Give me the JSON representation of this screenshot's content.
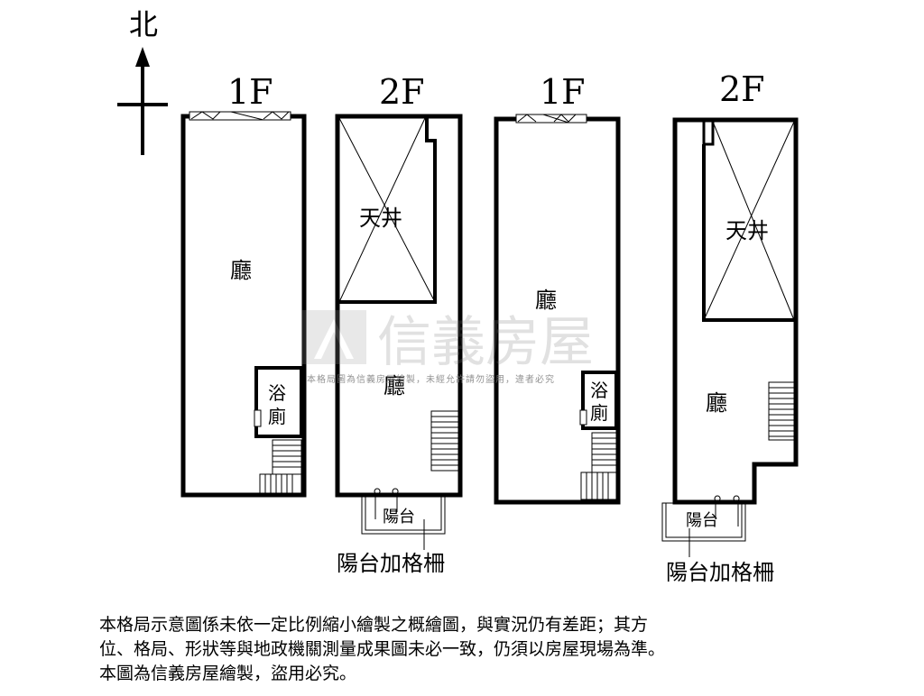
{
  "compass": {
    "north_label": "北"
  },
  "plans": [
    {
      "floor": "1F",
      "rooms": {
        "living": "廳",
        "bath_1": "浴",
        "bath_2": "廁"
      }
    },
    {
      "floor": "2F",
      "rooms": {
        "atrium": "天井",
        "living": "廳",
        "balcony": "陽台"
      },
      "callout": "陽台加格柵"
    },
    {
      "floor": "1F",
      "rooms": {
        "living": "廳",
        "bath_1": "浴",
        "bath_2": "廁"
      }
    },
    {
      "floor": "2F",
      "rooms": {
        "atrium": "天井",
        "living": "廳",
        "balcony": "陽台"
      },
      "callout": "陽台加格柵"
    }
  ],
  "watermark": {
    "brand": "信義房屋",
    "notice": "本格局圖為信義房屋繪製，未經允許請勿盜用，違者必究"
  },
  "disclaimer": {
    "line1": "本格局示意圖係未依一定比例縮小繪製之概繪圖，與實況仍有差距；其方",
    "line2": "位、格局、形狀等與地政機關測量成果圖未必一致，仍須以房屋現場為準。",
    "line3": "本圖為信義房屋繪製，盜用必究。"
  },
  "colors": {
    "wall": "#000000",
    "watermark": "#9a9a9a",
    "background": "#ffffff"
  }
}
